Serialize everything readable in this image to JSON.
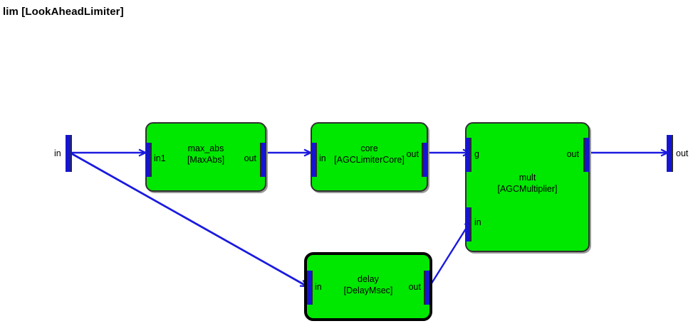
{
  "title": "lim [LookAheadLimiter]",
  "colors": {
    "block_fill": "#00e800",
    "block_border": "#303030",
    "selected_border": "#000000",
    "port": "#1515d0",
    "wire": "#1a1ae0",
    "background": "#ffffff",
    "text": "#000000"
  },
  "terminals": [
    {
      "id": "in",
      "label": "in",
      "kind": "input-terminal"
    },
    {
      "id": "out",
      "label": "out",
      "kind": "output-terminal"
    }
  ],
  "blocks": [
    {
      "id": "max_abs",
      "name": "max_abs",
      "type": "[MaxAbs]",
      "selected": false,
      "ports": [
        {
          "id": "in1",
          "label": "in1",
          "side": "left"
        },
        {
          "id": "out",
          "label": "out",
          "side": "right"
        }
      ]
    },
    {
      "id": "core",
      "name": "core",
      "type": "[AGCLimiterCore]",
      "selected": false,
      "ports": [
        {
          "id": "in",
          "label": "in",
          "side": "left"
        },
        {
          "id": "out",
          "label": "out",
          "side": "right"
        }
      ]
    },
    {
      "id": "mult",
      "name": "mult",
      "type": "[AGCMultiplier]",
      "selected": false,
      "ports": [
        {
          "id": "g",
          "label": "g",
          "side": "left"
        },
        {
          "id": "in",
          "label": "in",
          "side": "left"
        },
        {
          "id": "out",
          "label": "out",
          "side": "right"
        }
      ]
    },
    {
      "id": "delay",
      "name": "delay",
      "type": "[DelayMsec]",
      "selected": true,
      "ports": [
        {
          "id": "in",
          "label": "in",
          "side": "left"
        },
        {
          "id": "out",
          "label": "out",
          "side": "right"
        }
      ]
    }
  ],
  "connections": [
    {
      "id": "in-to-max_abs",
      "from": "in.out",
      "to": "max_abs.in1"
    },
    {
      "id": "in-to-delay",
      "from": "in.out",
      "to": "delay.in"
    },
    {
      "id": "max_abs-to-core",
      "from": "max_abs.out",
      "to": "core.in"
    },
    {
      "id": "core-to-mult",
      "from": "core.out",
      "to": "mult.g"
    },
    {
      "id": "delay-to-mult",
      "from": "delay.out",
      "to": "mult.in"
    },
    {
      "id": "mult-to-out",
      "from": "mult.out",
      "to": "out.in"
    }
  ]
}
